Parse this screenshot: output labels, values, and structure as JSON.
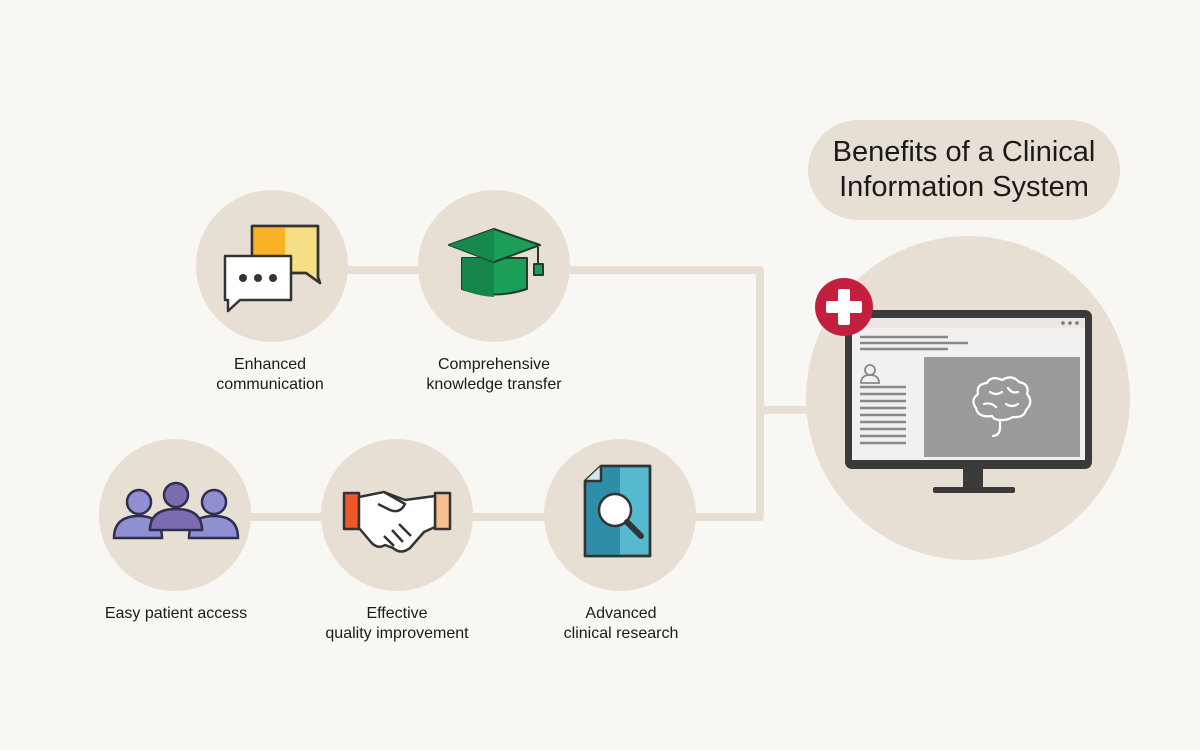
{
  "title": {
    "line1": "Benefits of a Clinical",
    "line2": "Information System"
  },
  "benefits": [
    {
      "line1": "Enhanced",
      "line2": "communication",
      "icon": "chat-bubbles-icon"
    },
    {
      "line1": "Comprehensive",
      "line2": "knowledge transfer",
      "icon": "graduation-cap-icon"
    },
    {
      "line1": "Easy patient access",
      "line2": "",
      "icon": "patient-group-icon"
    },
    {
      "line1": "Effective",
      "line2": "quality improvement",
      "icon": "handshake-icon"
    },
    {
      "line1": "Advanced",
      "line2": "clinical research",
      "icon": "document-search-icon"
    }
  ],
  "hub_icons": [
    "medical-cross-icon",
    "computer-monitor-icon",
    "brain-icon",
    "user-icon"
  ],
  "colors": {
    "background": "#f9f7f3",
    "circle": "#e7dfd4",
    "connector": "#e7dfd4",
    "cross_badge": "#c3203f",
    "cap_green": "#1a9e58",
    "bubble_orange": "#f7b225",
    "bubble_yellow": "#f6df84",
    "people_purple": "#7b6cb0",
    "people_lavender": "#8f8fd2",
    "hand_orange": "#f0572a",
    "hand_peach": "#f6bf8e",
    "doc_teal": "#2e8da8",
    "doc_light_teal": "#56b9cd",
    "monitor_dark": "#3a3a3a",
    "screen_panel": "#9a9a9a"
  }
}
